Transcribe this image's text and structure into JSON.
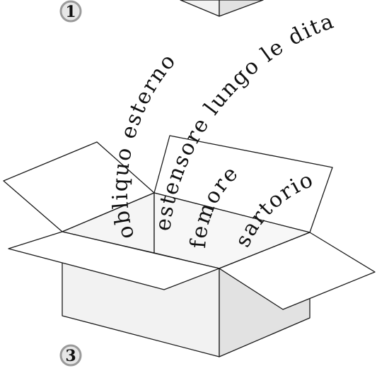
{
  "step_badges": {
    "top": "1",
    "bottom": "3"
  },
  "words": {
    "w1": "obliquo esterno",
    "w2": "estensore lungo le dita",
    "w3": "femore",
    "w4": "sartorio"
  },
  "colors": {
    "box_side_light": "#f2f2f2",
    "box_side_right": "#e2e2e2",
    "box_inner": "#f5f5f5",
    "flap": "#ffffff",
    "outline": "#1a1a1a",
    "badge_fill": "#e6e6e6",
    "badge_border": "#9a9a9a"
  }
}
